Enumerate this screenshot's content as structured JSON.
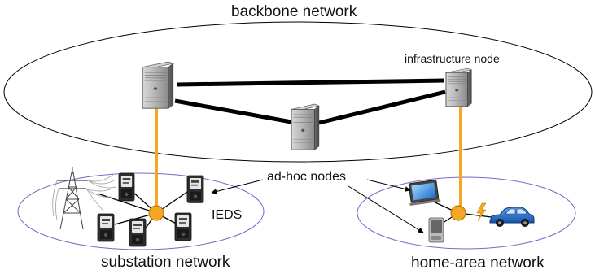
{
  "diagram": {
    "labels": {
      "backbone": "backbone network",
      "infrastructure_node": "infrastructure node",
      "adhoc_nodes": "ad-hoc nodes",
      "ieds": "IEDS",
      "substation": "substation network",
      "home_area": "home-area network"
    },
    "colors": {
      "uplink": "#f5a623",
      "hub": "#f5a623",
      "hub_stroke": "#b07000",
      "ellipse_outline": "#7b68c8",
      "backbone_outline": "#000000",
      "car": "#1f6fd1",
      "lightning": "#f5a623"
    },
    "icons": [
      "server-icon",
      "smart-meter-icon",
      "power-pylon-icon",
      "tablet-icon",
      "pda-icon",
      "electric-car-icon",
      "lightning-icon"
    ]
  }
}
